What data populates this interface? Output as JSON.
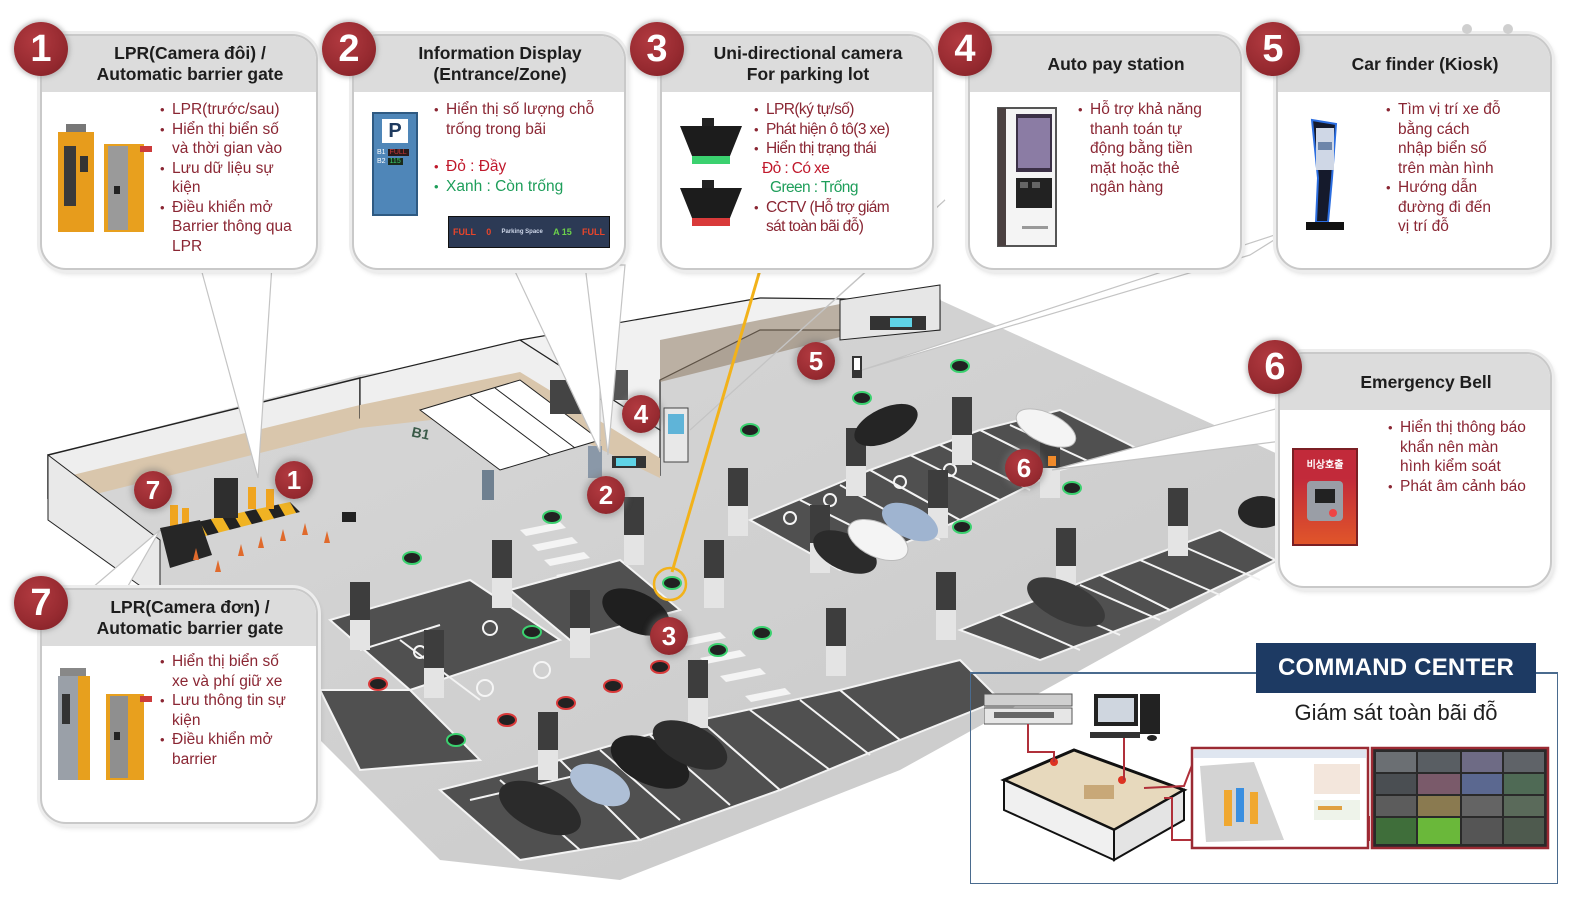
{
  "callouts": [
    {
      "number": "1",
      "title_line1": "LPR(Camera đôi) /",
      "title_line2": "Automatic barrier gate",
      "device_icon": "lpr-barrier-gate-icon",
      "bullets": [
        {
          "text": "LPR(trước/sau)"
        },
        {
          "text": "Hiển thị biển số"
        },
        {
          "text": "và thời gian vào",
          "continuation": true
        },
        {
          "text": "Lưu dữ liệu sự"
        },
        {
          "text": "kiện",
          "continuation": true
        },
        {
          "text": "Điều khiển mở"
        },
        {
          "text": "Barrier thông qua",
          "continuation": true
        },
        {
          "text": "LPR",
          "continuation": true
        }
      ]
    },
    {
      "number": "2",
      "title_line1": "Information Display",
      "title_line2": "(Entrance/Zone)",
      "device_icon": "parking-info-display-icon",
      "sign_letter": "P",
      "sign_rows": [
        {
          "floor": "B1",
          "value": "FULL"
        },
        {
          "floor": "B2",
          "value": "115"
        }
      ],
      "led_board": [
        "FULL",
        "0",
        "Parking Space",
        "A 15",
        "FULL"
      ],
      "bullets": [
        {
          "text": "Hiển thị số lượng chỗ"
        },
        {
          "text": "trống trong bãi",
          "continuation": true
        },
        {
          "text": "Đỏ : Đầy",
          "color": "red"
        },
        {
          "text": "Xanh : Còn trống",
          "color": "green"
        }
      ]
    },
    {
      "number": "3",
      "title_line1": "Uni-directional camera",
      "title_line2": "For parking lot",
      "device_icon": "ceiling-camera-icon",
      "bullets": [
        {
          "text": "LPR(ký tự/số)"
        },
        {
          "text": "Phát hiện ô tô(3 xe)"
        },
        {
          "text": "Hiển thị trạng thái"
        },
        {
          "text": "Đỏ : Có xe",
          "color": "red",
          "continuation": true
        },
        {
          "text": "Green : Trống",
          "color": "green",
          "continuation": true
        },
        {
          "text": "CCTV  (Hỗ trợ giám"
        },
        {
          "text": "sát toàn bãi đỗ)",
          "continuation": true
        }
      ]
    },
    {
      "number": "4",
      "title_line1": "Auto pay station",
      "title_line2": "",
      "device_icon": "pay-station-icon",
      "bullets": [
        {
          "text": "Hỗ trợ khả năng"
        },
        {
          "text": "thanh toán tự",
          "continuation": true
        },
        {
          "text": "động bằng tiền",
          "continuation": true
        },
        {
          "text": "mặt hoặc thẻ",
          "continuation": true
        },
        {
          "text": "ngân hàng",
          "continuation": true
        }
      ]
    },
    {
      "number": "5",
      "title_line1": "Car finder (Kiosk)",
      "title_line2": "",
      "device_icon": "kiosk-icon",
      "bullets": [
        {
          "text": "Tìm vị trí xe đỗ"
        },
        {
          "text": "bằng cách",
          "continuation": true
        },
        {
          "text": "nhập biển số",
          "continuation": true
        },
        {
          "text": "trên màn hình",
          "continuation": true
        },
        {
          "text": "Hướng dẫn"
        },
        {
          "text": "đường đi đến",
          "continuation": true
        },
        {
          "text": "vị trí đỗ",
          "continuation": true
        }
      ]
    },
    {
      "number": "6",
      "title_line1": "Emergency Bell",
      "title_line2": "",
      "device_icon": "emergency-bell-icon",
      "panel_label": "비상호출",
      "bullets": [
        {
          "text": "Hiển thị thông báo"
        },
        {
          "text": "khẩn nên màn",
          "continuation": true
        },
        {
          "text": "hình kiểm soát",
          "continuation": true
        },
        {
          "text": "Phát âm cảnh báo"
        }
      ]
    },
    {
      "number": "7",
      "title_line1": "LPR(Camera đơn) /",
      "title_line2": "Automatic barrier gate",
      "device_icon": "lpr-barrier-gate-icon",
      "bullets": [
        {
          "text": "Hiển thị biển số"
        },
        {
          "text": "xe và phí giữ xe",
          "continuation": true
        },
        {
          "text": "Lưu thông tin sự"
        },
        {
          "text": "kiện",
          "continuation": true
        },
        {
          "text": "Điều khiển mở"
        },
        {
          "text": "barrier",
          "continuation": true
        }
      ]
    }
  ],
  "scene": {
    "floor_label": "B1",
    "markers": [
      "1",
      "2",
      "3",
      "4",
      "5",
      "6",
      "7"
    ],
    "camera_status_colors": {
      "occupied": "#d93a3a",
      "vacant": "#3bd16f"
    },
    "highlight_color": "#f2b21a"
  },
  "command_center": {
    "title": "COMMAND CENTER",
    "subtitle": "Giám sát toàn bãi đỗ"
  },
  "colors": {
    "badge": "#962a30",
    "bullet_text": "#8a2633",
    "status_red": "#c0192c",
    "status_green": "#1e9e5a",
    "card_header": "#dcdcdc",
    "command_center_bar": "#1d3a63"
  }
}
